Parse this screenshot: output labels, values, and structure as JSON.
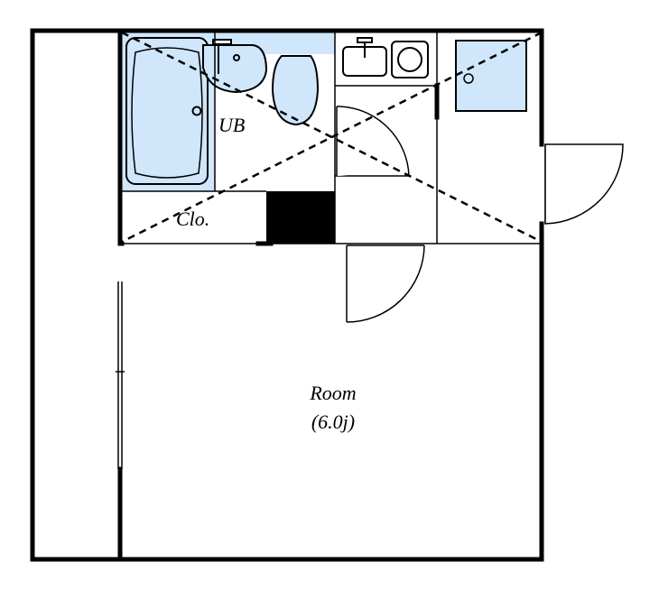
{
  "labels": {
    "unit_bath": "UB",
    "closet": "Clo.",
    "room_name": "Room",
    "room_size": "(6.0j)"
  },
  "colors": {
    "wall": "#000000",
    "fixture_fill": "#cfe6fb",
    "background": "#ffffff",
    "line": "#000000"
  },
  "icons": [
    "bathtub-icon",
    "washbasin-icon",
    "toilet-icon",
    "kitchen-sink-icon",
    "stove-icon",
    "washing-machine-pan-icon"
  ]
}
